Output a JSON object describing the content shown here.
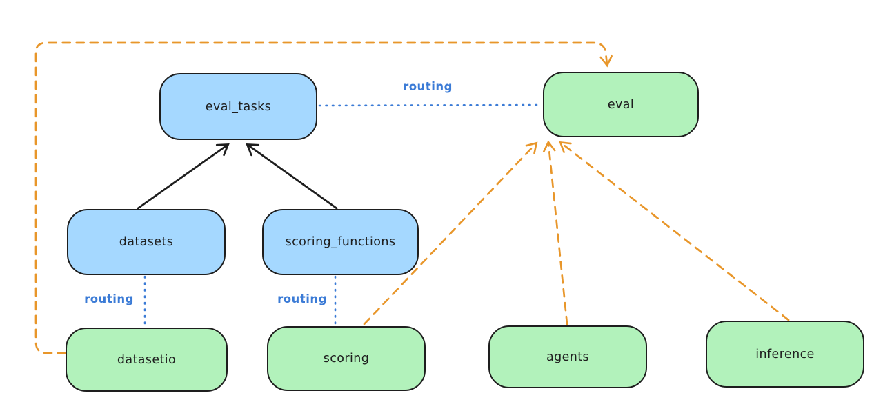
{
  "diagram": {
    "description": "Dependency and routing diagram between eval-related registries and providers",
    "colors": {
      "registry_fill": "#a5d8ff",
      "provider_fill": "#b2f2bb",
      "outline": "#1e1e1e",
      "routing_blue": "#3b7bd6",
      "dependency_orange": "#e8962a",
      "arrow_black": "#1e1e1e",
      "background": "#ffffff"
    },
    "nodes": [
      {
        "id": "eval_tasks",
        "label": "eval_tasks",
        "kind": "registry-blue"
      },
      {
        "id": "eval",
        "label": "eval",
        "kind": "provider-green"
      },
      {
        "id": "datasets",
        "label": "datasets",
        "kind": "registry-blue"
      },
      {
        "id": "scoring_functions",
        "label": "scoring_functions",
        "kind": "registry-blue"
      },
      {
        "id": "datasetio",
        "label": "datasetio",
        "kind": "provider-green"
      },
      {
        "id": "scoring",
        "label": "scoring",
        "kind": "provider-green"
      },
      {
        "id": "agents",
        "label": "agents",
        "kind": "provider-green"
      },
      {
        "id": "inference",
        "label": "inference",
        "kind": "provider-green"
      }
    ],
    "edge_labels": {
      "routing_top": "routing",
      "routing_left": "routing",
      "routing_mid": "routing"
    },
    "edges": [
      {
        "from": "datasets",
        "to": "eval_tasks",
        "style": "solid-black-arrow"
      },
      {
        "from": "scoring_functions",
        "to": "eval_tasks",
        "style": "solid-black-arrow"
      },
      {
        "from": "eval_tasks",
        "to": "eval",
        "style": "dotted-blue",
        "label": "routing"
      },
      {
        "from": "datasets",
        "to": "datasetio",
        "style": "dotted-blue",
        "label": "routing"
      },
      {
        "from": "scoring_functions",
        "to": "scoring",
        "style": "dotted-blue",
        "label": "routing"
      },
      {
        "from": "datasetio",
        "to": "eval",
        "style": "dashed-orange-arrow",
        "route": "around-left-and-top"
      },
      {
        "from": "scoring",
        "to": "eval",
        "style": "dashed-orange-arrow"
      },
      {
        "from": "agents",
        "to": "eval",
        "style": "dashed-orange-arrow"
      },
      {
        "from": "inference",
        "to": "eval",
        "style": "dashed-orange-arrow"
      }
    ]
  }
}
